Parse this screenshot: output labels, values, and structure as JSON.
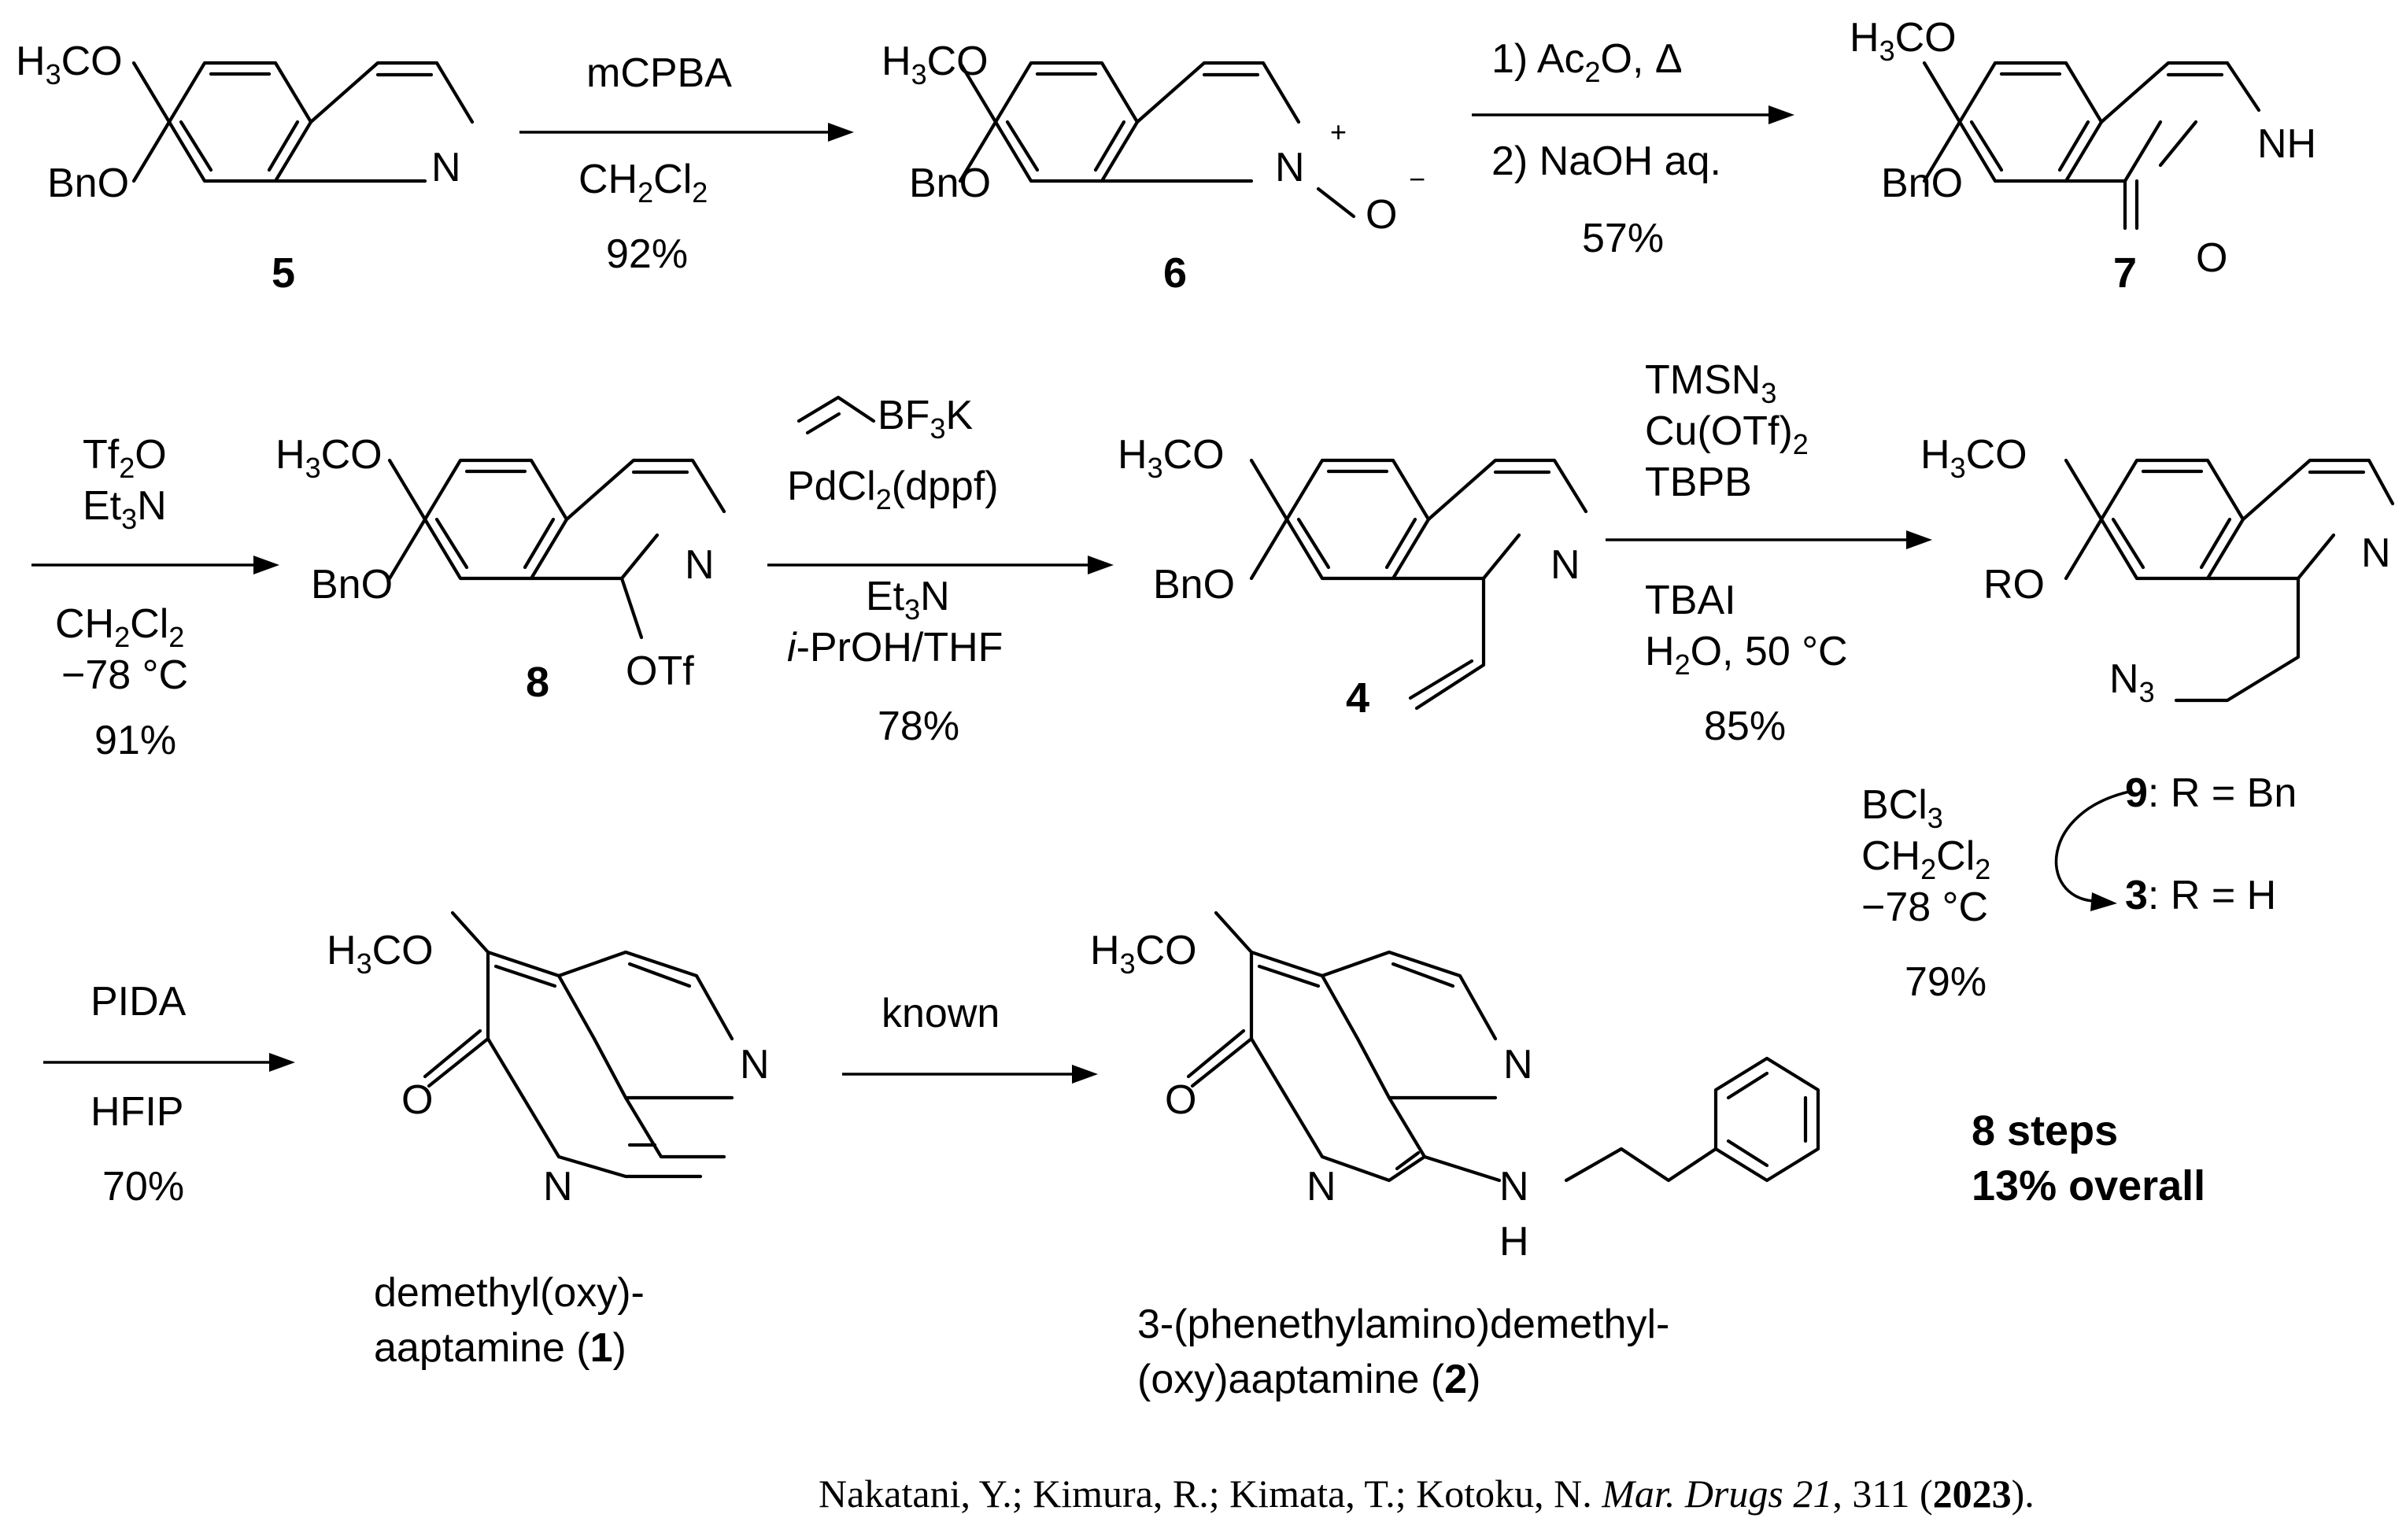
{
  "citation": {
    "authors": "Nakatani, Y.; Kimura, R.; Kimata, T.; Kotoku, N.",
    "journal": "Mar. Drugs",
    "volume": "21",
    "page": "311",
    "year": "2023"
  },
  "compounds": {
    "c5": "5",
    "c6": "6",
    "c7": "7",
    "c8": "8",
    "c4": "4",
    "c9": "9",
    "c3": "3",
    "c1": "1",
    "c2": "2"
  },
  "labels": {
    "ome": "H3CO",
    "obn": "BnO",
    "oro": "RO",
    "n": "N",
    "o": "O",
    "nh": "NH",
    "h": "H",
    "otf": "OTf",
    "n3": "N3",
    "n_oxide_plus": "+",
    "n_oxide_minus": "−",
    "bf3k": "BF3K"
  },
  "steps": {
    "s1": {
      "above": [
        "mCPBA"
      ],
      "below": [
        "CH2Cl2",
        "92%"
      ]
    },
    "s2": {
      "above": [
        "1) Ac2O, Δ"
      ],
      "below": [
        "2) NaOH aq.",
        "57%"
      ]
    },
    "s3": {
      "above": [
        "Tf2O",
        "Et3N"
      ],
      "below": [
        "CH2Cl2",
        "−78 °C",
        "91%"
      ]
    },
    "s4": {
      "above": [
        "PdCl2(dppf)"
      ],
      "below": [
        "Et3N",
        "i-PrOH/THF",
        "78%"
      ]
    },
    "s5": {
      "above": [
        "TMSN3",
        "Cu(OTf)2",
        "TBPB"
      ],
      "below": [
        "TBAI",
        "H2O, 50 °C",
        "85%"
      ]
    },
    "s6": {
      "conditions": [
        "BCl3",
        "CH2Cl2",
        "−78 °C",
        "79%"
      ],
      "from": "9: R = Bn",
      "to": "3: R = H"
    },
    "s7": {
      "above": [
        "PIDA"
      ],
      "below": [
        "HFIP",
        "70%"
      ]
    },
    "s8": {
      "above": [
        "known"
      ]
    }
  },
  "names": {
    "n1_line1": "demethyl(oxy)-",
    "n1_line2": "aaptamine (1)",
    "n2_line1": "3-(phenethylamino)demethyl-",
    "n2_line2": "(oxy)aaptamine (2)"
  },
  "summary": {
    "steps": "8 steps",
    "overall": "13% overall"
  }
}
